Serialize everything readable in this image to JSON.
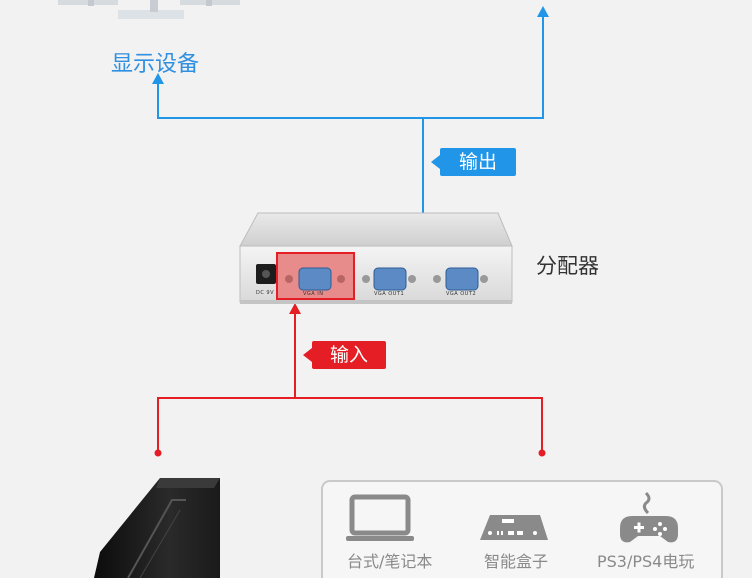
{
  "display_label": "显示设备",
  "output_tag": "输出",
  "input_tag": "输入",
  "splitter_label": "分配器",
  "ports": {
    "dc": "DC 9V",
    "vga_in": "VGA IN",
    "vga_out1": "VGA OUT1",
    "vga_out2": "VGA OUT2"
  },
  "sources": [
    {
      "label": "台式/笔记本",
      "icon": "laptop-icon"
    },
    {
      "label": "智能盒子",
      "icon": "tv-box-icon"
    },
    {
      "label": "PS3/PS4电玩",
      "icon": "gamepad-icon"
    }
  ],
  "colors": {
    "output_line": "#2196e8",
    "input_line": "#e41e24",
    "background": "#f2f2f2"
  }
}
